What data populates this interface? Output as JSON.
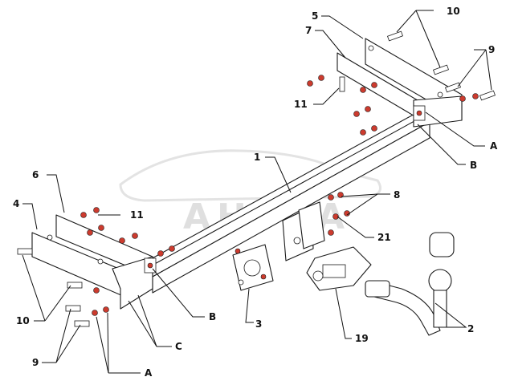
{
  "watermark": {
    "text": "AHTKA"
  },
  "callouts": {
    "c1": "1",
    "c2": "2",
    "c3": "3",
    "c4": "4",
    "c5": "5",
    "c6": "6",
    "c7": "7",
    "c8": "8",
    "c9_top": "9",
    "c9_bottom": "9",
    "c10_top": "10",
    "c10_bottom": "10",
    "c11_top": "11",
    "c11_mid": "11",
    "c19": "19",
    "c21": "21",
    "cA_right": "A",
    "cA_bottom": "A",
    "cB_right": "B",
    "cB_left": "B",
    "cC": "C"
  },
  "colors": {
    "ink": "#111111",
    "fastener_accent": "#cc3b2e",
    "watermark": "#d8d8d8"
  }
}
